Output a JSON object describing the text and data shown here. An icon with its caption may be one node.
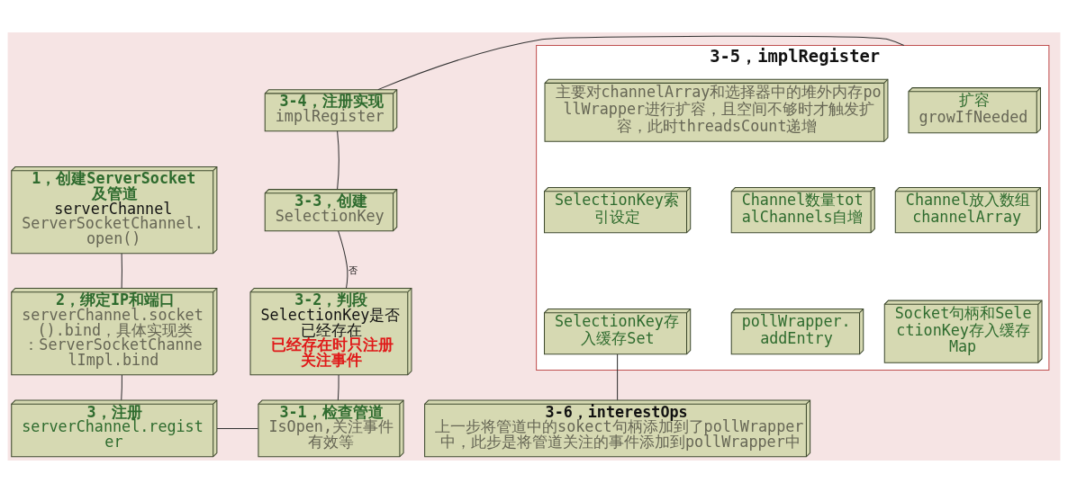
{
  "diagram": {
    "nodes": [
      {
        "text": [
          "1，创建ServerSocket及管道",
          "serverChannel",
          "ServerSocketChannel.open()"
        ]
      },
      {
        "text": [
          "2，绑定IP和端口",
          "serverChannel.socket().bind，具体实现类：ServerSocketChannelImpl.bind"
        ]
      },
      {
        "text": [
          "3，注册",
          "serverChannel.register"
        ]
      },
      {
        "text": [
          "3-1，检查管道",
          "IsOpen,关注事件有效等"
        ]
      },
      {
        "text": [
          "3-2，判段",
          "SelectionKey是否已经存在",
          "已经存在时只注册关注事件"
        ]
      },
      {
        "text": [
          "3-3，创建",
          "SelectionKey"
        ]
      },
      {
        "text": [
          "3-4，注册实现",
          "implRegister"
        ]
      },
      {
        "text": [
          "3-5，implRegister"
        ]
      },
      {
        "text": [
          "扩容",
          "growIfNeeded"
        ],
        "in": 7
      },
      {
        "text": [
          "主要对channelArray和选择器中的堆外内存pollWrapper进行扩容，且空间不够时才触发扩容，此时threadsCount递增"
        ],
        "in": 7
      },
      {
        "text": [
          "Channel放入数组",
          "channelArray"
        ],
        "in": 7
      },
      {
        "text": [
          "SelectionKey索引设定"
        ],
        "in": 7
      },
      {
        "text": [
          "Channel数量totalChannels自增"
        ],
        "in": 7
      },
      {
        "text": [
          "Socket句柄和SelectionKey存入缓存Map"
        ],
        "in": 7
      },
      {
        "text": [
          "SelectionKey存入缓存Set"
        ],
        "in": 7
      },
      {
        "text": [
          "pollWrapper.addEntry"
        ],
        "in": 7
      },
      {
        "text": [
          "3-6，interestOps",
          "上一步将管道中的sokect句柄添加到了pollWrapper中，此步是将管道关注的事件添加到pollWrapper中"
        ]
      }
    ],
    "edges": [
      {
        "from": 0,
        "to": 1,
        "arrow": "none"
      },
      {
        "from": 1,
        "to": 2,
        "arrow": "none"
      },
      {
        "from": 2,
        "to": 3,
        "arrow": "none"
      },
      {
        "from": 3,
        "to": 4,
        "arrow": "none"
      },
      {
        "from": 4,
        "to": 5,
        "arrow": "none",
        "label": "否"
      },
      {
        "from": 5,
        "to": 6,
        "arrow": "none"
      },
      {
        "from": 6,
        "to": 7,
        "arrow": "none"
      },
      {
        "from": 14,
        "to": 16,
        "arrow": "none"
      }
    ]
  }
}
